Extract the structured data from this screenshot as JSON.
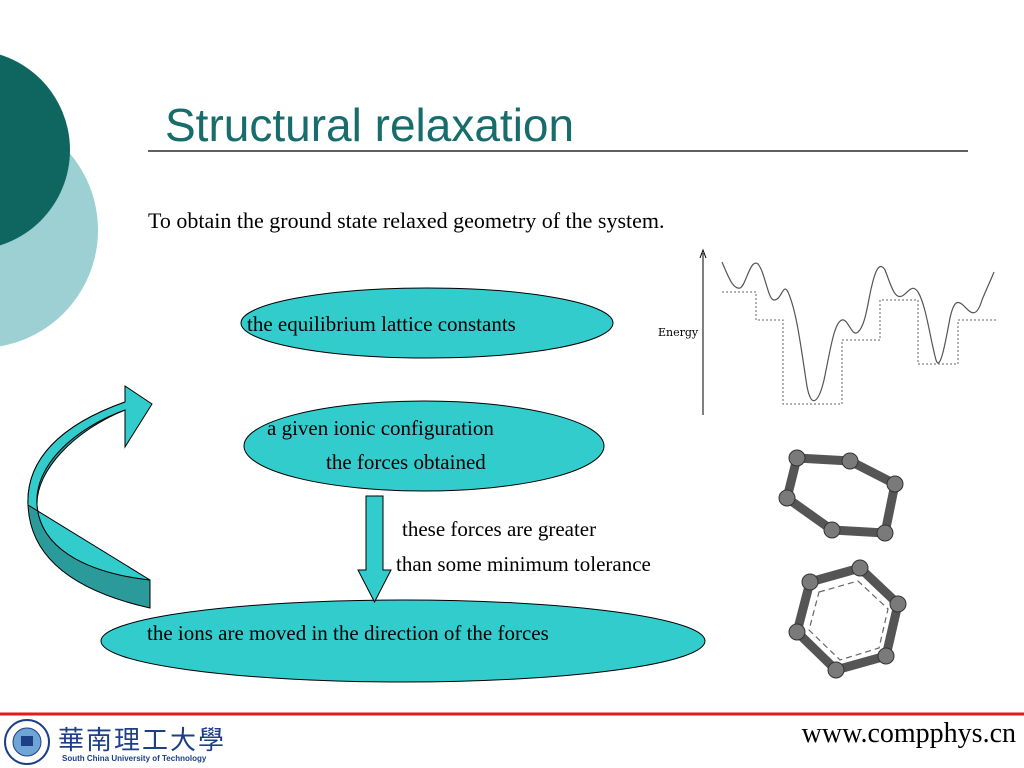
{
  "slide": {
    "title": "Structural relaxation",
    "subtitle": "To obtain the ground state relaxed geometry of the system.",
    "ovals": {
      "top": "the equilibrium lattice constants",
      "middle_line1": "a given ionic configuration",
      "middle_line2": "the forces obtained",
      "bottom": "the ions are moved in the direction of the forces"
    },
    "condition": {
      "line1": "these forces are greater",
      "line2": "than some minimum tolerance"
    },
    "energy_plot": {
      "ylabel": "Energy"
    },
    "footer": {
      "url": "www.compphys.cn",
      "university_name": "華南理工大學",
      "university_name_en": "South China University of Technology"
    },
    "colors": {
      "title": "#176c6c",
      "dark_teal": "#0f6661",
      "light_teal": "#9cd0d2",
      "oval_fill": "#33cccc",
      "footer_line": "#e01b1b"
    }
  }
}
